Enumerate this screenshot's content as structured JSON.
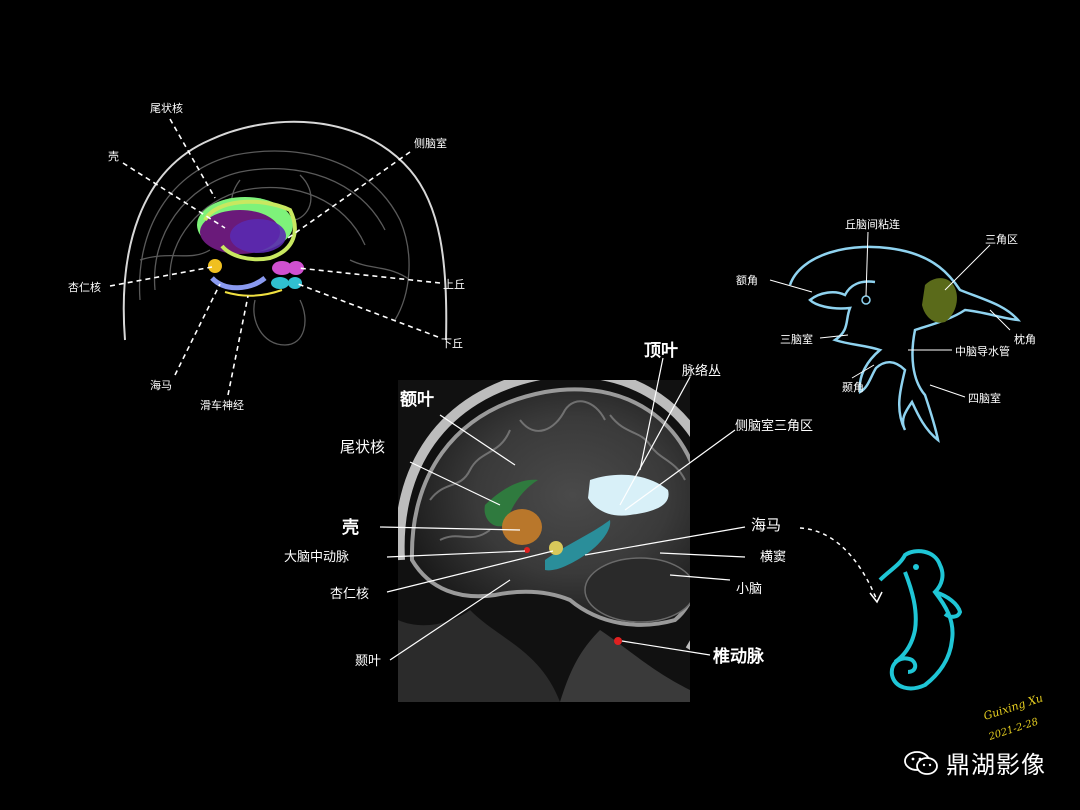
{
  "colors": {
    "background": "#000000",
    "ventricle_outline": "#8fd3f0",
    "putamen": "#c07a2a",
    "caudate": "#2f7a3e",
    "hippocampus": "#2a8e9a",
    "trigone": "#d8f0f8",
    "atrium_fill": "#5a6a1a",
    "seahorse": "#1fc6d6",
    "signature": "#e8d020"
  },
  "top_left_diagram": {
    "labels": {
      "caudate": "尾状核",
      "putamen": "壳",
      "lateral_ventricle": "侧脑室",
      "amygdala": "杏仁核",
      "superior_colliculus": "上丘",
      "inferior_colliculus": "下丘",
      "hippocampus": "海马",
      "trochlear_nerve": "滑车神经"
    }
  },
  "ventricle_diagram": {
    "labels": {
      "interthalamic_adhesion": "丘脑间粘连",
      "trigone": "三角区",
      "frontal_horn": "额角",
      "third_ventricle": "三脑室",
      "occipital_horn": "枕角",
      "aqueduct": "中脑导水管",
      "temporal_horn": "颞角",
      "fourth_ventricle": "四脑室"
    }
  },
  "mri_labels": {
    "parietal_lobe": "顶叶",
    "choroid_plexus": "脉络丛",
    "frontal_lobe": "额叶",
    "atrium": "侧脑室三角区",
    "caudate": "尾状核",
    "putamen": "壳",
    "hippocampus": "海马",
    "mca": "大脑中动脉",
    "transverse_sinus": "横窦",
    "amygdala": "杏仁核",
    "cerebellum": "小脑",
    "temporal_lobe": "颞叶",
    "vertebral_artery": "椎动脉"
  },
  "signature": {
    "name": "Guixing Xu",
    "date": "2021-2-28"
  },
  "watermark": {
    "icon": "wechat-icon",
    "text": "鼎湖影像"
  }
}
